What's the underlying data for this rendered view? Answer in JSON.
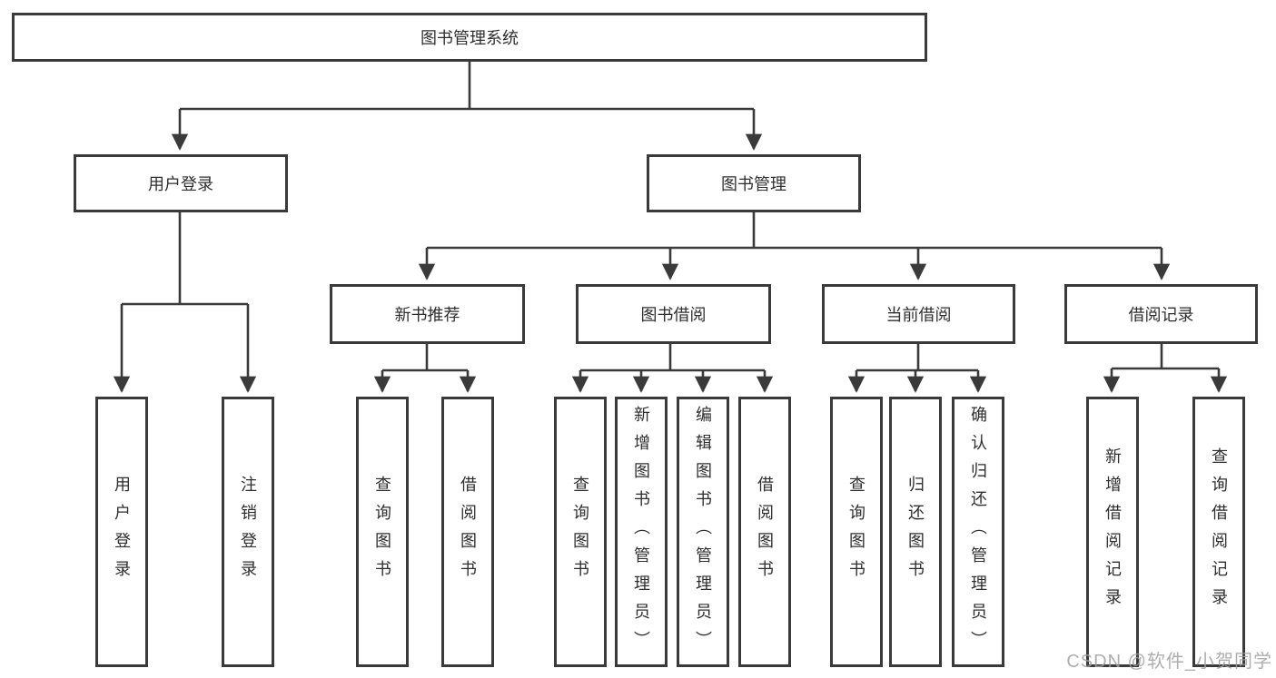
{
  "tree": {
    "root": {
      "label": "图书管理系统"
    },
    "level2": [
      {
        "label": "用户登录"
      },
      {
        "label": "图书管理"
      }
    ],
    "level3": [
      {
        "label": "新书推荐"
      },
      {
        "label": "图书借阅"
      },
      {
        "label": "当前借阅"
      },
      {
        "label": "借阅记录"
      }
    ],
    "leaves": {
      "user_login": [
        {
          "label": "用户登录"
        },
        {
          "label": "注销登录"
        }
      ],
      "new_book": [
        {
          "label": "查询图书"
        },
        {
          "label": "借阅图书"
        }
      ],
      "book_borrow": [
        {
          "label": "查询图书"
        },
        {
          "label": "新增图书（管理员）"
        },
        {
          "label": "编辑图书（管理员）"
        },
        {
          "label": "借阅图书"
        }
      ],
      "current_borrow": [
        {
          "label": "查询图书"
        },
        {
          "label": "归还图书"
        },
        {
          "label": "确认归还（管理员）"
        }
      ],
      "borrow_record": [
        {
          "label": "新增借阅记录"
        },
        {
          "label": "查询借阅记录"
        }
      ]
    }
  },
  "watermark": {
    "text": "CSDN @软件_小贺同学"
  },
  "colors": {
    "line": "#3a3a3a",
    "text": "#2e2e2e",
    "box_background": "#ffffff",
    "page_background": "#ffffff",
    "watermark": "#a0a0a0"
  }
}
